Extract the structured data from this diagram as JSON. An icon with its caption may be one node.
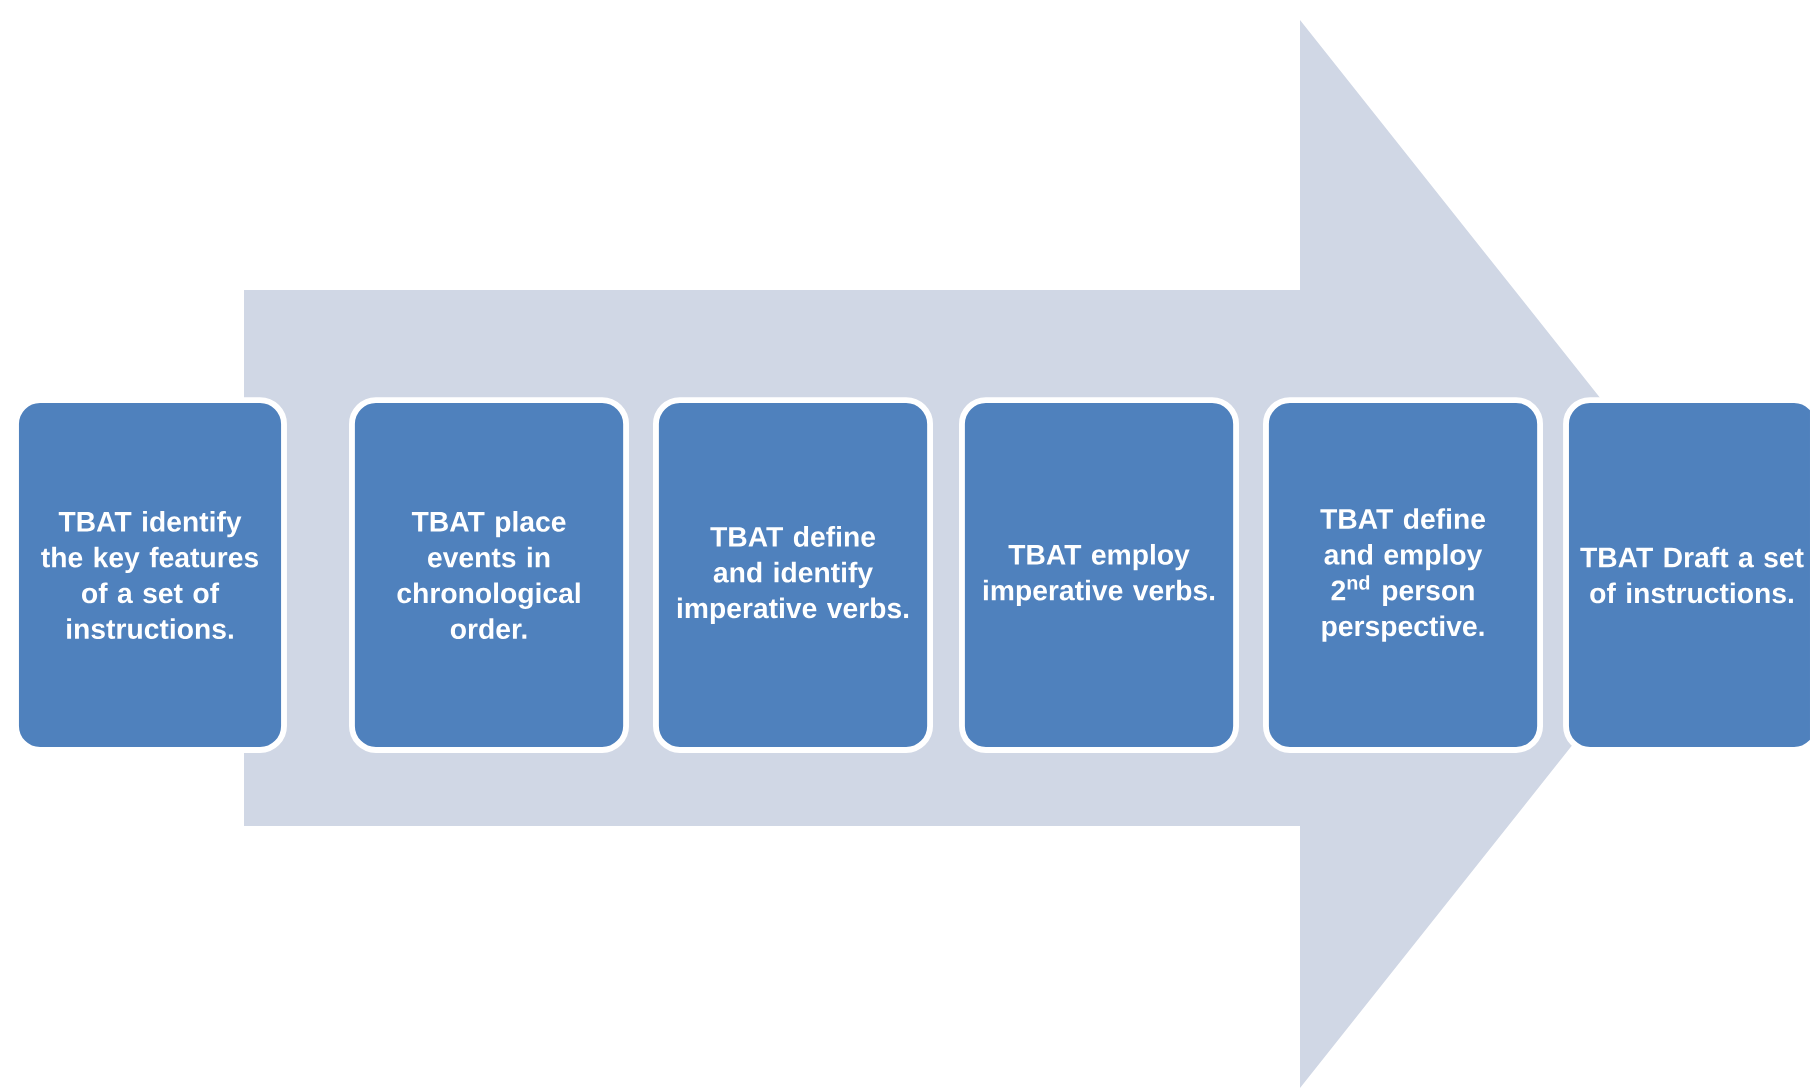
{
  "diagram": {
    "nodes": [
      {
        "text": [
          "TBAT identify the key features of a set of instructions."
        ]
      },
      {
        "text": [
          "TBAT place events in chronological order."
        ]
      },
      {
        "text": [
          "TBAT define and identify imperative verbs."
        ]
      },
      {
        "text": [
          "TBAT employ imperative verbs."
        ]
      },
      {
        "text": [
          "TBAT define and employ 2$^{nd}$ person perspective."
        ]
      },
      {
        "text": [
          "TBAT Draft a set of instructions."
        ]
      }
    ],
    "edges": [
      {
        "from": 0,
        "to": 5,
        "arrow": "to"
      }
    ]
  }
}
